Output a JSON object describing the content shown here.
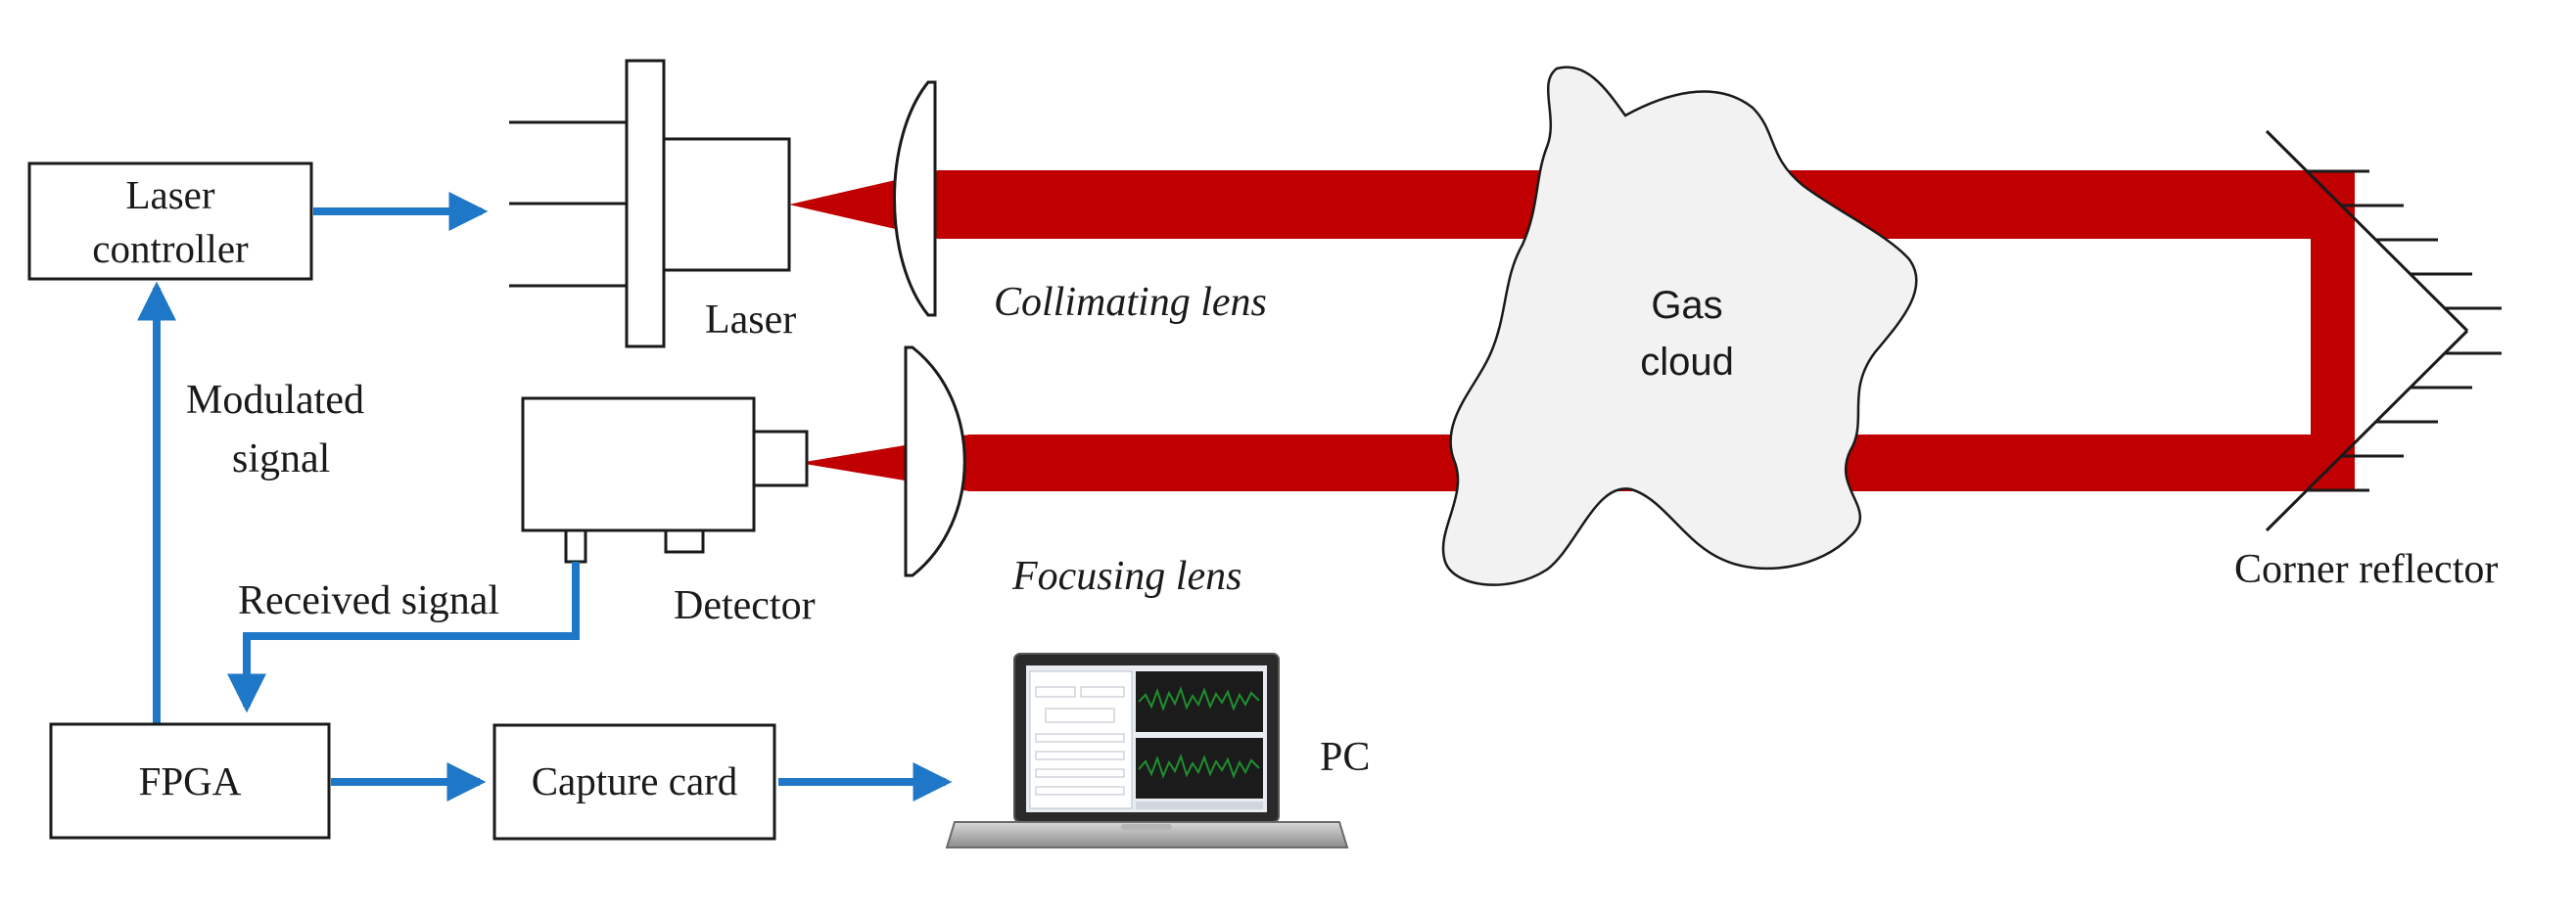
{
  "colors": {
    "beam": "#c00000",
    "arrow": "#1f77c7",
    "outline": "#1a1a1a",
    "gas_fill": "#f2f2f2",
    "screen_plot": "#1f8f2f"
  },
  "blocks": {
    "laser_controller": [
      "Laser",
      "controller"
    ],
    "fpga": "FPGA",
    "capture_card": "Capture card"
  },
  "signals": {
    "modulated": [
      "Modulated",
      "signal"
    ],
    "received": "Received signal"
  },
  "components": {
    "laser": "Laser",
    "detector": "Detector",
    "collimating_lens": "Collimating lens",
    "focusing_lens": "Focusing lens",
    "gas_cloud": [
      "Gas",
      "cloud"
    ],
    "corner_reflector": "Corner reflector",
    "pc": "PC"
  },
  "icons": {
    "laptop": "laptop-icon"
  }
}
